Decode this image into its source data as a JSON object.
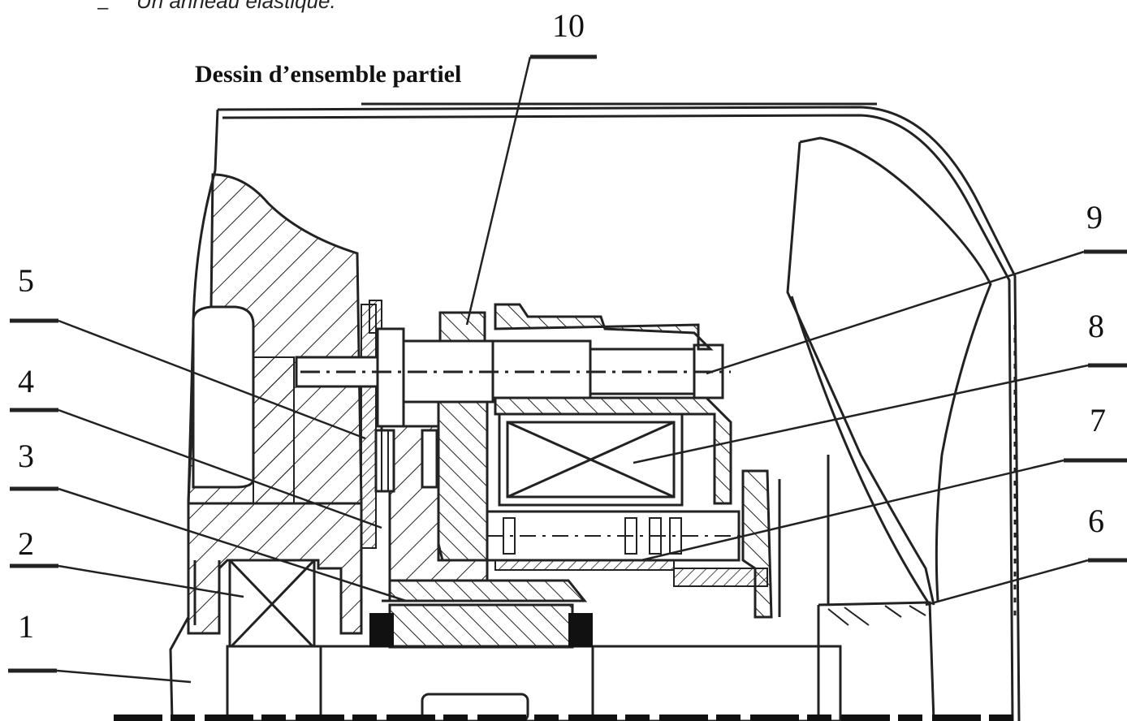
{
  "header": {
    "bullet_dash": "–",
    "bullet_text": "Un anneau élastique."
  },
  "drawing": {
    "title": "Dessin d’ensemble partiel",
    "callouts": [
      "1",
      "2",
      "3",
      "4",
      "5",
      "6",
      "7",
      "8",
      "9",
      "10"
    ]
  }
}
